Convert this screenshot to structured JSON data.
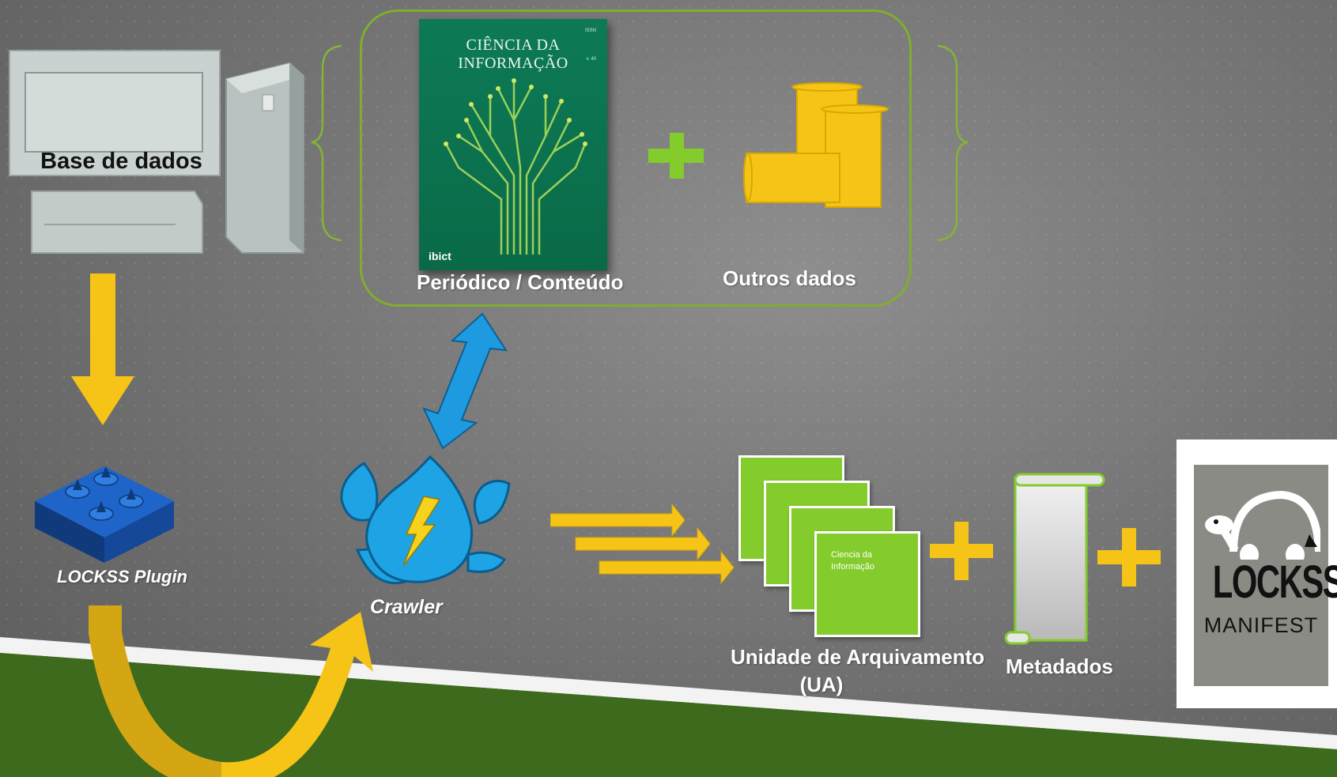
{
  "database": {
    "label": "Base de dados"
  },
  "journal": {
    "title": "CIÊNCIA DA INFORMAÇÃO",
    "publisher": "ibict",
    "caption": "Periódico / Conteúdo"
  },
  "other_data": {
    "caption": "Outros dados"
  },
  "plugin": {
    "caption": "LOCKSS Plugin"
  },
  "crawler": {
    "caption": "Crawler"
  },
  "archival_unit": {
    "caption_line1": "Unidade de Arquivamento",
    "caption_line2": "(UA)",
    "doc_text_line1": "Ciencia da",
    "doc_text_line2": "Informação"
  },
  "metadata": {
    "caption": "Metadados"
  },
  "manifest": {
    "word": "LOCKSS",
    "sub": "MANIFEST"
  },
  "colors": {
    "yellow": "#f5c416",
    "green": "#84cc2b",
    "frame_green": "#7fae2f",
    "blue": "#1e9be0",
    "journal_green": "#0d7a55",
    "ground_green": "#3f6b1f"
  }
}
